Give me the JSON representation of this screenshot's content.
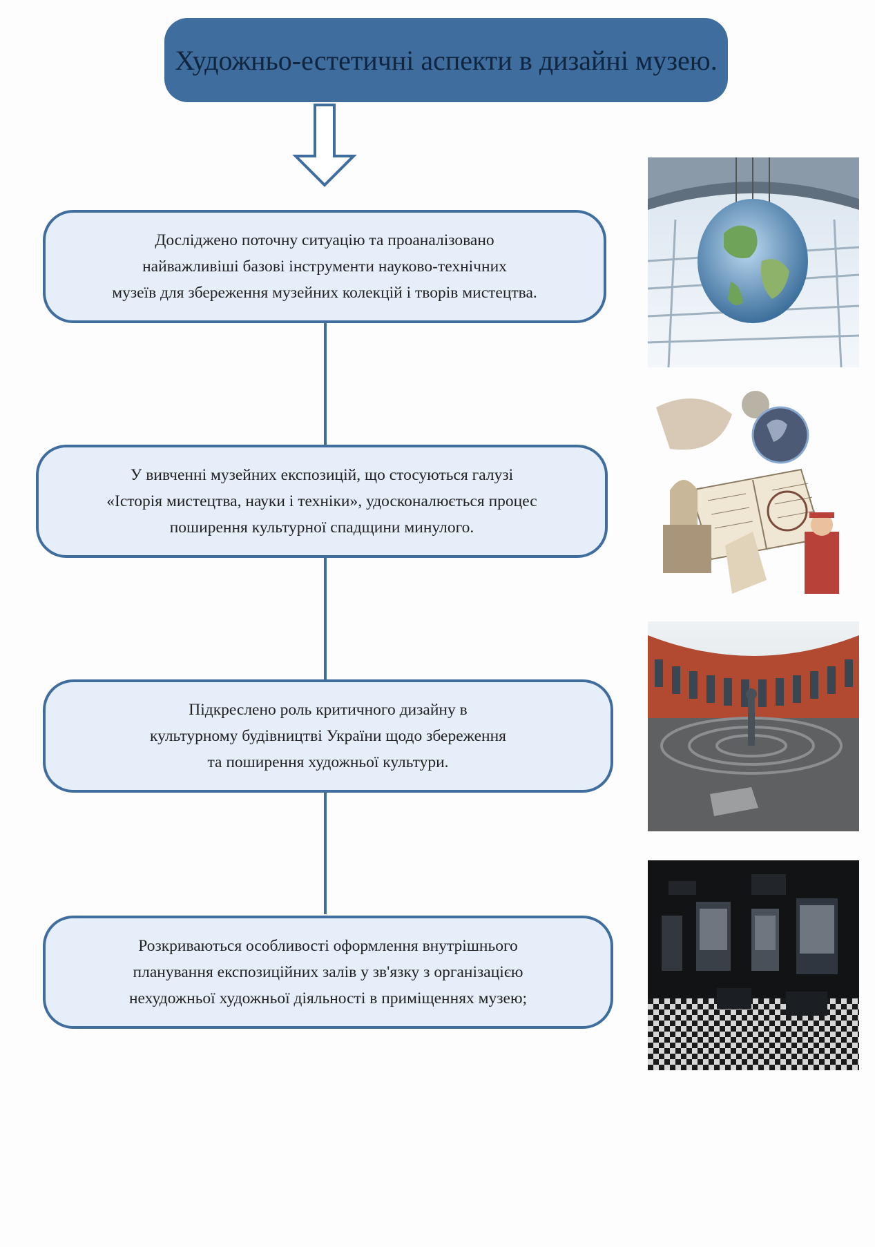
{
  "title": "Художньо-естетичні аспекти в дизайні музею.",
  "steps": [
    {
      "text": "Досліджено поточну ситуацію та проаналізовано\nнайважливіші базові інструменти науково-технічних\nмузеїв для збереження музейних колекцій і творів мистецтва."
    },
    {
      "text": "У вивченні музейних експозицій, що стосуються галузі\n«Історія мистецтва, науки і техніки», удосконалюється процес\nпоширення культурної спадщини минулого."
    },
    {
      "text": "Підкреслено роль критичного дизайну в\nкультурному будівництві України щодо збереження\nта поширення художньої культури."
    },
    {
      "text": "Розкриваються особливості оформлення внутрішнього\nпланування експозиційних залів у зв'язку з організацією\nнехудожньої художньої діяльності в приміщеннях музею;"
    }
  ],
  "images": [
    {
      "name": "globe-atrium-photo"
    },
    {
      "name": "science-history-collage"
    },
    {
      "name": "museum-courtyard-photo"
    },
    {
      "name": "exhibition-hall-photo"
    }
  ],
  "colors": {
    "title_fill": "#3f6d9e",
    "box_fill": "#e6eefa",
    "border": "#3f6d9e"
  }
}
